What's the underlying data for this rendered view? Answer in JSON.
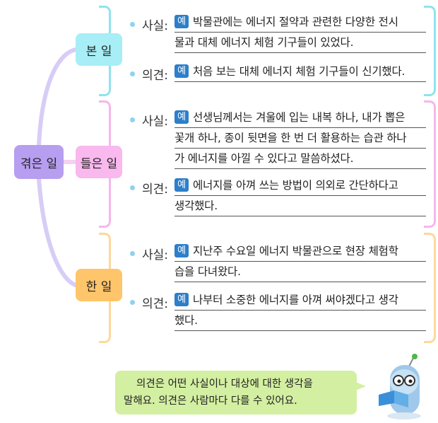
{
  "root": "겪은 일",
  "categories": [
    {
      "label": "본 일",
      "color": "#8fe3ee",
      "fact_label": "사실:",
      "fact_lines": [
        "박물관에는 에너지 절약과 관련한 다양한 전시",
        "물과 대체 에너지 체험 기구들이 있었다."
      ],
      "opinion_label": "의견:",
      "opinion_lines": [
        "처음 보는 대체 에너지 체험 기구들이 신기했다."
      ]
    },
    {
      "label": "들은 일",
      "color": "#f7b6ec",
      "fact_label": "사실:",
      "fact_lines": [
        "선생님께서는 겨울에 입는 내복 하나, 내가 뽑은",
        "꽃개 하나, 종이 뒷면을 한 번 더 활용하는 습관 하나",
        "가 에너지를 아낄 수 있다고 말씀하셨다."
      ],
      "opinion_label": "의견:",
      "opinion_lines": [
        "에너지를 아껴 쓰는 방법이 의외로 간단하다고",
        "생각했다."
      ]
    },
    {
      "label": "한 일",
      "color": "#ffd89a",
      "fact_label": "사실:",
      "fact_lines": [
        "지난주 수요일 에너지 박물관으로 현장 체험학",
        "습을 다녀왔다."
      ],
      "opinion_label": "의견:",
      "opinion_lines": [
        "나부터 소중한 에너지를 아껴 써야겠다고 생각",
        "했다."
      ]
    }
  ],
  "badge": "예",
  "note": {
    "line1": "의견은 어떤 사실이나 대상에 대한 생각을",
    "line2": "말해요. 의견은 사람마다 다를 수 있어요."
  }
}
